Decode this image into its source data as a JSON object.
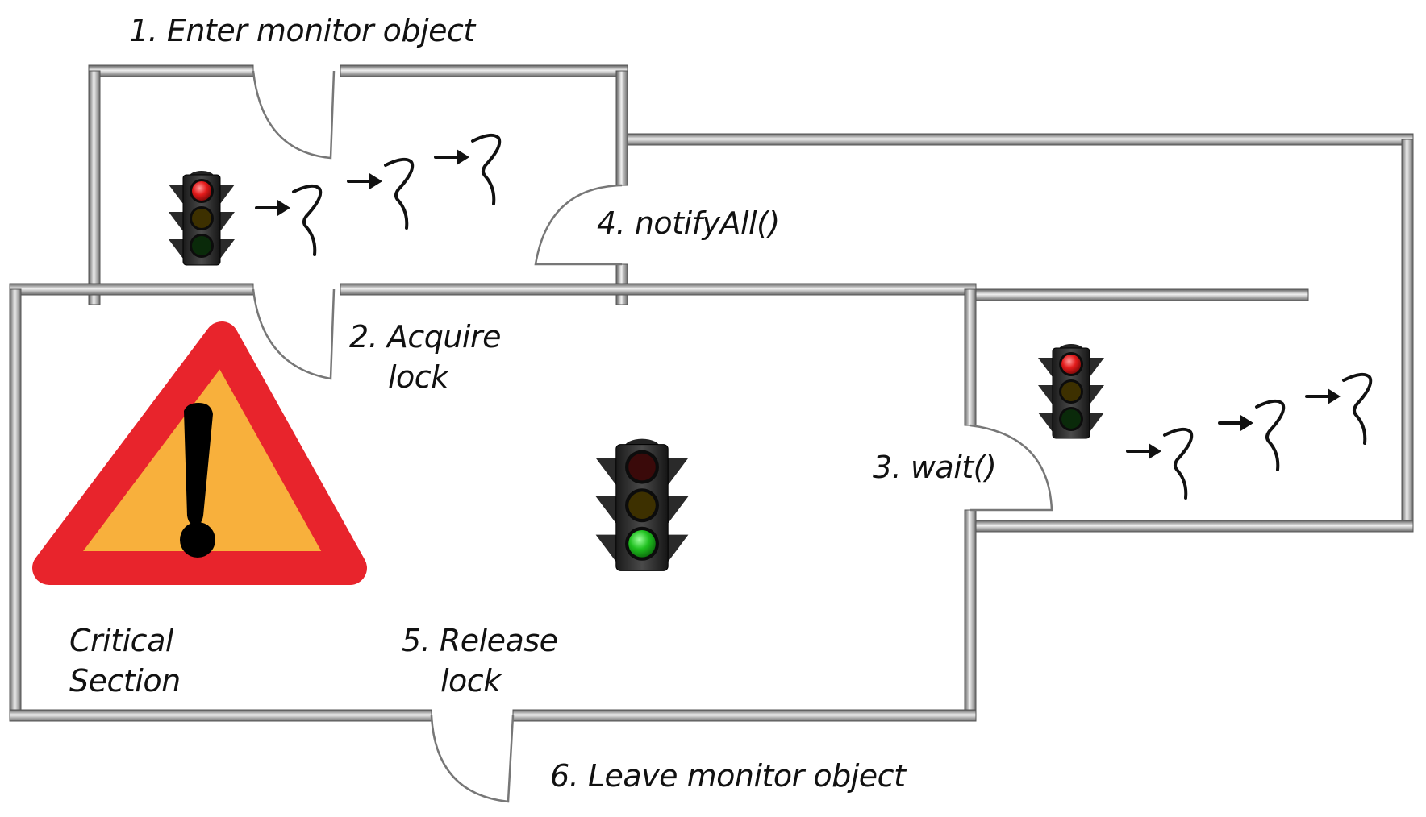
{
  "labels": {
    "enter": "1. Enter monitor object",
    "acquire_line1": "2. Acquire",
    "acquire_line2": "lock",
    "wait": "3. wait()",
    "notify": "4. notifyAll()",
    "release_line1": "5. Release",
    "release_line2": "lock",
    "leave": "6. Leave monitor object",
    "critical_line1": "Critical",
    "critical_line2": "Section"
  },
  "colors": {
    "wall_dark": "#6f6f6f",
    "wall_light": "#e6e6e6",
    "warning_red": "#e8242c",
    "warning_fill": "#f8b03c",
    "light_red_on": "#e31b1b",
    "light_green_on": "#1fc01f",
    "light_off_red": "#3a0a0a",
    "light_off_amber": "#3d3000",
    "light_off_green": "#0a2a0a"
  },
  "icons": {
    "entry_light": "traffic-light-red",
    "wait_light": "traffic-light-red",
    "critical_light": "traffic-light-green",
    "warning": "warning-triangle-icon",
    "thread": "thread-squiggle-icon"
  }
}
